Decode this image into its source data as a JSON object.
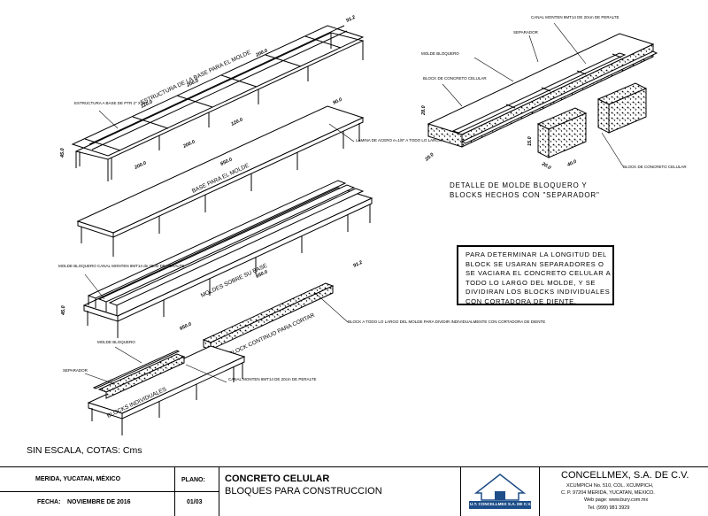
{
  "labels": {
    "estructura_base": "ESTRUCTURA DE LA BASE PARA EL MOLDE",
    "estructura_ptr": "ESTRUCTURA A BASE DE PTR 2\" X 2\"",
    "lamina": "LAMINA DE ACERO e=1/8\" A TODO LO LARGO DE LA BASE",
    "base_molde": "BASE PARA EL MOLDE",
    "molde_bloquero_left": "MOLDE BLOQUERO CANAL MONTEN 8MT14 de 20cm DE PERALTE",
    "moldes_sobre_base": "MOLDES SOBRE SU BASE",
    "block_continuo": "BLOCK CONTINUO PARA CORTAR",
    "block_todo_largo": "BLOCK A TODO LO LARGO DEL MOLDE PARA DIVIDIR INDIVIDUALMENTE CON CORTADORA DE DIENTE",
    "molde_bloquero_small": "MOLDE BLOQUERO",
    "separador_left": "SEPARADOR",
    "canal_monten_left": "CANAL MONTEN 8MT14 DE 20cm DE PERALTE",
    "blocks_individuales": "BLOCKS INDIVIDUALES",
    "canal_monten_right": "CANAL MONTEN 8MT14 DE 20cm DE PERALTE",
    "separador_right": "SEPARADOR",
    "molde_bloquero_right": "MOLDE BLOQUERO",
    "block_concreto_left": "BLOCK DE CONCRETO CELULAR",
    "block_concreto_right": "BLOCK DE CONCRETO CELULAR"
  },
  "dimensions": {
    "d1": "91.2",
    "d2": "45.0",
    "d3": "200.0",
    "d4": "200.0",
    "d5": "120.0",
    "d6": "200.0",
    "d7": "200.0",
    "d8": "120.0",
    "d9": "650.0",
    "d10": "90.0",
    "d11": "91.2",
    "d12": "650.0",
    "d13": "45.0",
    "d14": "650.0",
    "d15": "28.0",
    "d16": "20.0",
    "d17": "15.0",
    "d18": "40.0",
    "d19": "20.0"
  },
  "caption": {
    "line1": "DETALLE DE MOLDE BLOQUERO Y",
    "line2": "BLOCKS HECHOS CON \"SEPARADOR\""
  },
  "note": "PARA DETERMINAR LA LONGITUD DEL BLOCK SE USARAN SEPARADORES O SE VACIARA EL CONCRETO CELULAR A TODO LO LARGO DEL MOLDE, Y SE DIVIDIRAN LOS BLOCKS INDIVIDUALES CON CORTADORA DE DIENTE.",
  "scale": "SIN ESCALA, COTAS: Cms",
  "titleblock": {
    "location": "MERIDA, YUCATAN, MÉXICO",
    "fecha_label": "FECHA:",
    "fecha": "NOVIEMBRE DE 2016",
    "plano_label": "PLANO:",
    "plano": "01/03",
    "title": "CONCRETO CELULAR",
    "subtitle": "BLOQUES PARA CONSTRUCCION",
    "logo_text": "U.T. CONCELLMEX S.A. DE C.V.",
    "company": "CONCELLMEX, S.A. DE C.V.",
    "addr1": "XCUMPICH No. 510, COL. XCUMPICH,",
    "addr2": "C. P. 97204 MERIDA, YUCATAN, MEXICO.",
    "web": "Web page: www.bury.com.mx",
    "tel": "Tel. (999) 981 3929"
  }
}
